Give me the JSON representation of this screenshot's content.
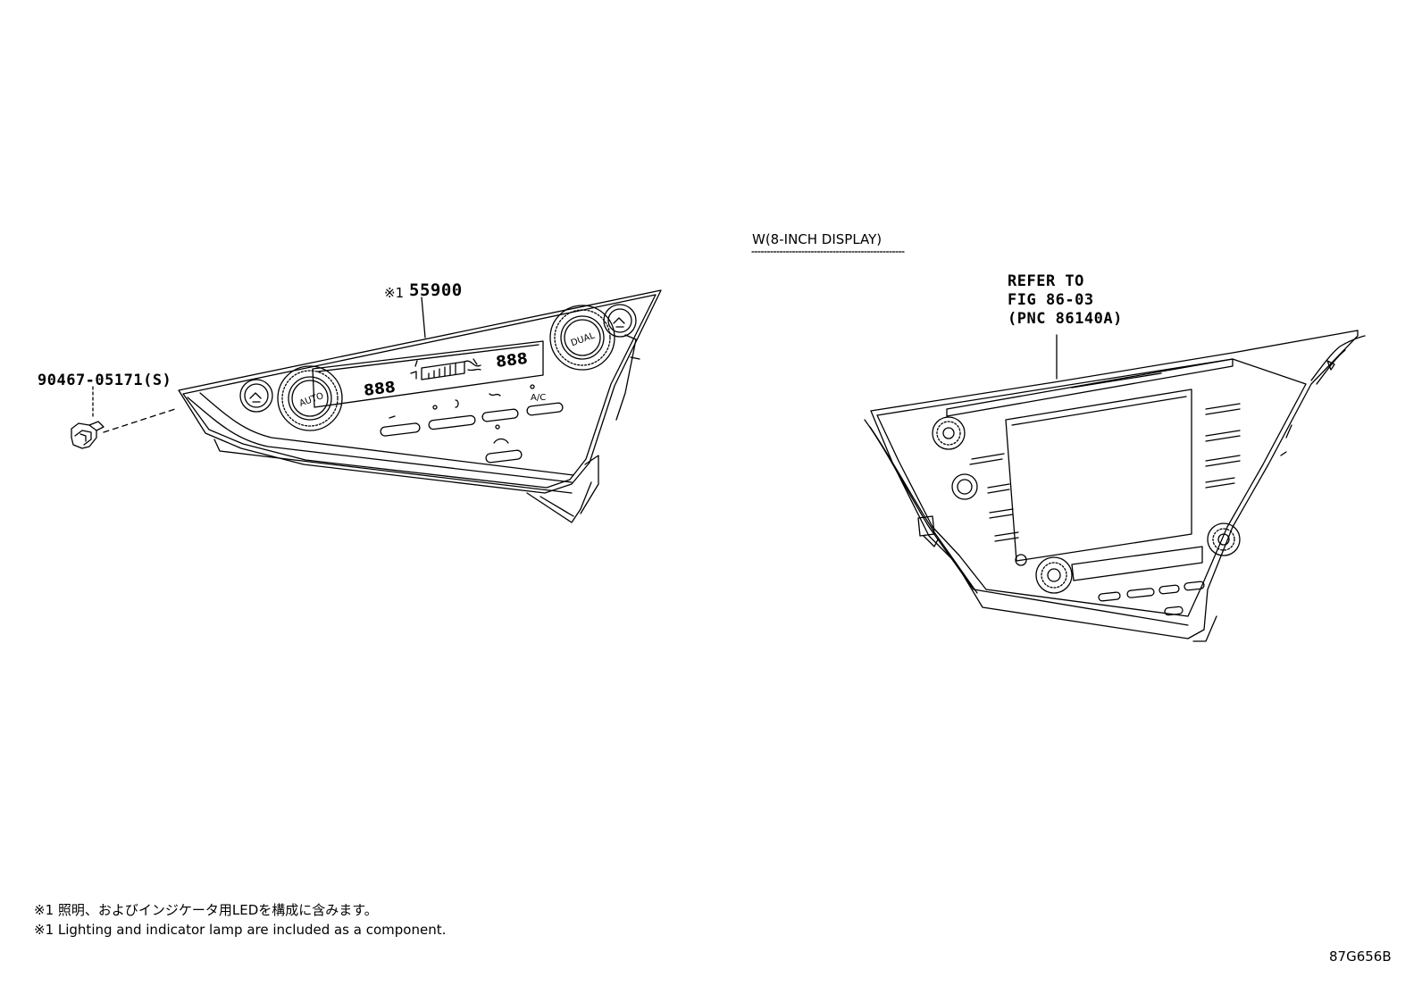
{
  "labels": {
    "part_climate_prefix": "※1",
    "part_climate": "55900",
    "part_clip": "90467-05171(S)",
    "variant": "W(8-INCH DISPLAY)",
    "refer_line1": "REFER TO",
    "refer_line2": "FIG 86-03",
    "refer_line3": "(PNC 86140A)"
  },
  "panel_text": {
    "auto": "AUTO",
    "dual": "DUAL",
    "ac": "A/C",
    "temp_left": "888",
    "temp_right": "888"
  },
  "notes": [
    "※1 照明、およびインジケータ用LEDを構成に含みます。",
    "※1 Lighting and indicator lamp are included as a component."
  ],
  "figure_id": "87G656B"
}
